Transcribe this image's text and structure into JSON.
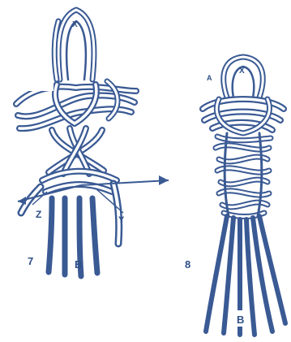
{
  "figures": [
    {
      "step_number": "7",
      "loop_label": "X",
      "cord_labels": [
        "Z",
        "Y",
        "B"
      ]
    },
    {
      "step_number": "8",
      "loop_label": "X",
      "corner_label": "A",
      "cord_labels": [
        "B"
      ]
    }
  ],
  "colors": {
    "ink": "#3a5a94",
    "paper": "#ffffff"
  }
}
